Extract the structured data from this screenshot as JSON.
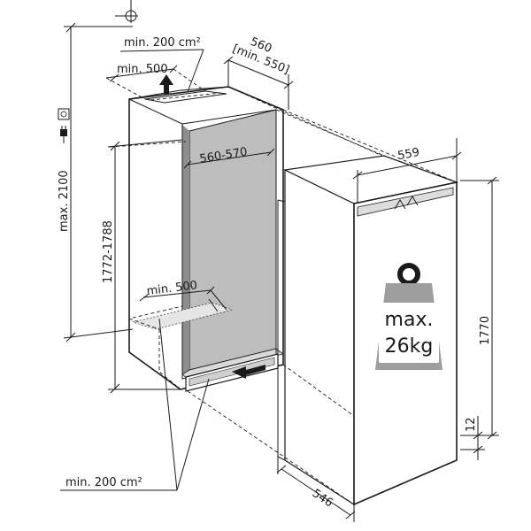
{
  "labels": {
    "max_height": "max. 2100",
    "niche_width": "560",
    "niche_width_min": "[min. 550]",
    "vent_top_area": "min. 200 cm²",
    "vent_top_depth": "min. 500",
    "inner_width": "560-570",
    "niche_height": "1772-1788",
    "vent_bottom_depth": "min. 500",
    "vent_bottom_area": "min. 200 cm²",
    "appliance_width": "559",
    "appliance_height": "1770",
    "appliance_depth": "546",
    "plinth_offset": "12",
    "door_load_line1": "max.",
    "door_load_line2": "26kg"
  },
  "icons": [
    "installation-target-icon",
    "power-socket-icon",
    "power-plug-icon",
    "weight-icon",
    "airflow-arrow-icon"
  ],
  "colors": {
    "line": "#1a1a1a",
    "niche_interior": "#bdbdbd",
    "niche_shadow": "#8e8e8e",
    "weight_fill": "#9e9e9e",
    "background": "#ffffff"
  }
}
